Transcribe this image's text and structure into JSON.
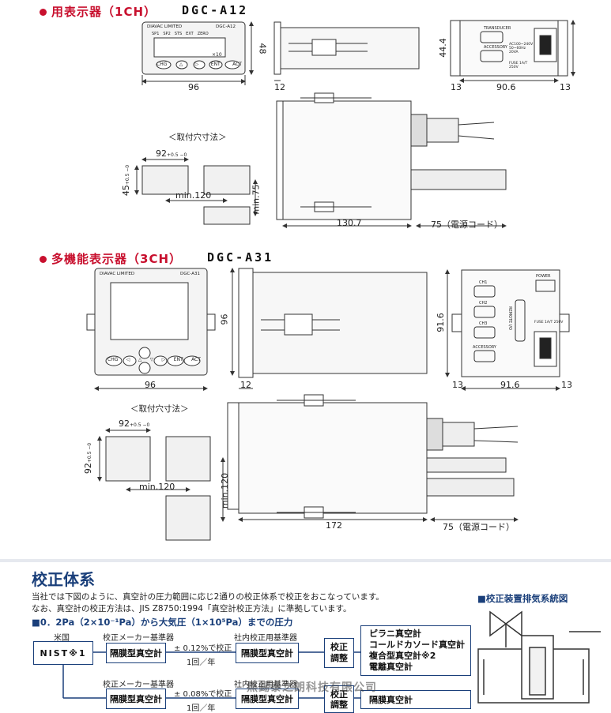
{
  "section1": {
    "bullet": "●",
    "title": "用表示器（1CH）",
    "model": "DGC-A12",
    "mount_label": "＜取付穴寸法＞",
    "front": {
      "brand": "DIAVAC LIMITED",
      "model_text": "DGC-A12",
      "lamps": [
        "SP1",
        "SP2",
        "STS",
        "EXT",
        "ZERO"
      ],
      "multiplier": "×10",
      "buttons": [
        "CHG",
        "△",
        "▷",
        "ENT",
        "ACT"
      ]
    },
    "dims": {
      "width": "96",
      "height": "48",
      "depth_front": "12",
      "rear_height": "44.4",
      "rear_left": "13",
      "rear_width": "90.6",
      "rear_right": "13",
      "body_depth": "130.7",
      "cord": "75（電源コード）",
      "hole_w": "92",
      "hole_w_tol": "+0.5 −0",
      "hole_h": "45",
      "hole_h_tol": "+0.5 −0",
      "min_x": "min.120",
      "min_y": "min.75"
    },
    "rear": {
      "conn_top": "TRANSDUCER",
      "conn_bottom": "ACCESSORY",
      "power": "AC100~240V 50~60Hz 20VA",
      "fuse": "FUSE 1A/T 250V"
    }
  },
  "section2": {
    "title": "多機能表示器（3CH）",
    "model": "DGC-A31",
    "mount_label": "＜取付穴寸法＞",
    "front": {
      "brand": "DIAVAC LIMITED",
      "model_text": "DGC-A31",
      "buttons": [
        "CHG",
        "◁",
        "△",
        "▽",
        "▷",
        "ENT",
        "ACT"
      ]
    },
    "dims": {
      "width": "96",
      "height": "96",
      "depth_front": "12",
      "rear_height": "91.6",
      "rear_left": "13",
      "rear_width": "91.6",
      "rear_right": "13",
      "body_depth": "172",
      "cord": "75（電源コード）",
      "hole_w": "92",
      "hole_w_tol": "+0.5 −0",
      "hole_h": "92",
      "hole_h_tol": "+0.5 −0",
      "min_x": "min.120",
      "min_y": "min.120"
    },
    "rear": {
      "power_label": "POWER",
      "ch": [
        "CH1",
        "CH2",
        "CH3"
      ],
      "accessory": "ACCESSORY",
      "remote": "REMOTE I/O",
      "fuse": "FUSE 1A/T 250V"
    }
  },
  "calibration": {
    "title": "校正体系",
    "para1": "当社では下図のように、真空計の圧力範囲に応じ2通りの校正体系で校正をおこなっています。",
    "para2": "なお、真空計の校正方法は、JIS Z8750:1994「真空計校正方法」に準拠しています。",
    "range": "■0．2Pa（2×10⁻¹Pa）から大気圧（1×10⁵Pa）までの圧力",
    "diagram_title": "■校正装置排気系統図",
    "us": "米国",
    "nist": "NIST※1",
    "maker_std": "校正メーカー基準器",
    "inhouse_std": "社内校正用基準器",
    "row1": {
      "device1": "隔膜型真空計",
      "accuracy": "± 0.12%で校正",
      "freq": "1回／年",
      "device2": "隔膜型真空計",
      "calib": [
        "校正",
        "調整"
      ],
      "targets": [
        "ピラニ真空計",
        "コールドカソード真空計",
        "複合型真空計※2",
        "電離真空計"
      ]
    },
    "row2": {
      "device1": "隔膜型真空計",
      "accuracy": "± 0.08%で校正",
      "freq": "1回／年",
      "device2": "隔膜型真空計",
      "calib": [
        "校正",
        "調整"
      ],
      "targets": [
        "隔膜真空計"
      ]
    },
    "watermark": "無錫泰之朗科技有限公司"
  }
}
